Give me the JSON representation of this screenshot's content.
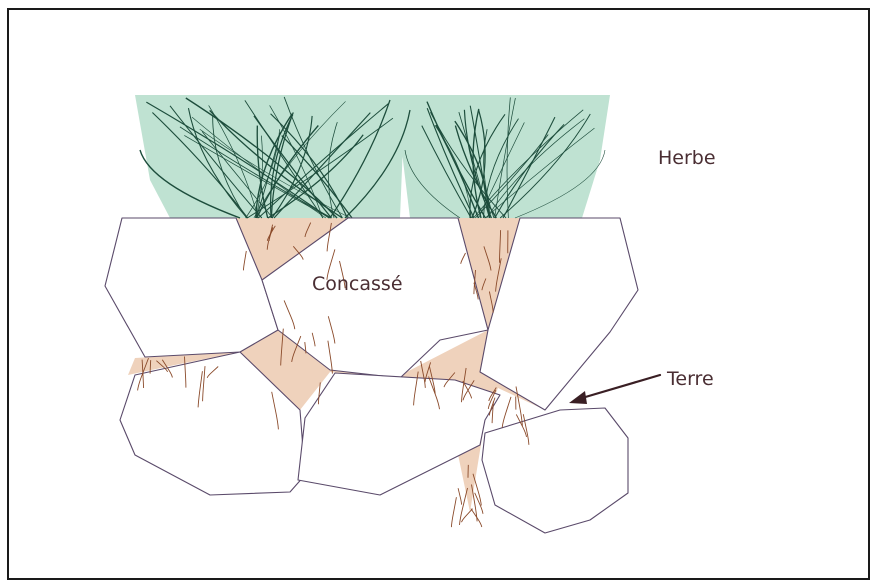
{
  "labels": {
    "grass": "Herbe",
    "gravel": "Concassé",
    "soil": "Terre"
  },
  "colors": {
    "frame": "#1a1a1a",
    "grass_fill": "#bfe2d2",
    "grass_stroke": "#1d4d3c",
    "soil_fill": "#efd2bc",
    "soil_stroke": "#8a4a2a",
    "stone_fill": "#ffffff",
    "stone_stroke": "#5a4a6a",
    "arrow": "#3a1f24",
    "text": "#4a2e33"
  }
}
